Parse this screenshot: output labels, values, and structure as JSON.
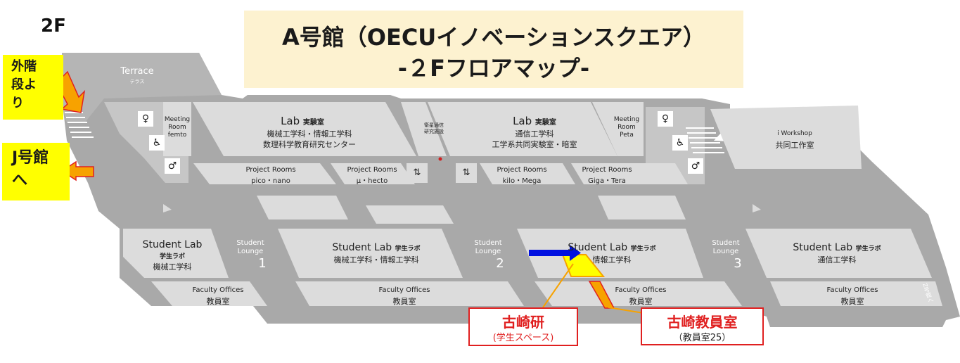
{
  "floor": "2F",
  "title": {
    "line1": "A号館（OECUイノベーションスクエア）",
    "line2": "-２Fフロアマップ-"
  },
  "callouts": {
    "stairs": "外階段より",
    "j_building": "J号館へ",
    "furusaki_lab": {
      "name": "古崎研",
      "sub": "(学生スペース)"
    },
    "furusaki_office": {
      "name": "古崎教員室",
      "sub": "（教員室25）"
    }
  },
  "colors": {
    "title_bg": "#fdf2d0",
    "callout_border": "#e02020",
    "highlight": "#ffff00",
    "arrow_orange": "#f7a200",
    "arrow_blue": "#0010e0",
    "room": "#dcdcdc",
    "floor": "#a9a9a9"
  },
  "rooms": {
    "terrace": {
      "en": "Terrace",
      "ja": "テラス"
    },
    "meeting_femto": {
      "l1": "Meeting",
      "l2": "Room",
      "l3": "femto"
    },
    "lab_1": {
      "title": "Lab",
      "title_ja": "実験室",
      "l1": "機械工学科・情報工学科",
      "l2": "数理科学教育研究センター"
    },
    "satellite": {
      "l1": "衛星通信",
      "l2": "研究施設"
    },
    "lab_2": {
      "title": "Lab",
      "title_ja": "実験室",
      "l1": "通信工学科",
      "l2": "工学系共同実験室・暗室"
    },
    "meeting_peta": {
      "l1": "Meeting",
      "l2": "Room",
      "l3": "Peta"
    },
    "iworkshop": {
      "l1": "i Workshop",
      "l2": "共同工作室"
    },
    "pr_pico": {
      "l1": "Project Rooms",
      "l2": "pico・nano"
    },
    "pr_micro": {
      "l1": "Project Rooms",
      "l2": "μ・hecto"
    },
    "pr_kilo": {
      "l1": "Project Rooms",
      "l2": "kilo・Mega"
    },
    "pr_giga": {
      "l1": "Project Rooms",
      "l2": "Giga・Tera"
    },
    "sl_1": {
      "title": "Student Lab",
      "title_ja": "学生ラボ",
      "sub": "機械工学科"
    },
    "sl_2": {
      "title": "Student Lab",
      "title_ja": "学生ラボ",
      "sub": "機械工学科・情報工学科"
    },
    "sl_3": {
      "title": "Student Lab",
      "title_ja": "学生ラボ",
      "sub": "情報工学科"
    },
    "sl_4": {
      "title": "Student Lab",
      "title_ja": "学生ラボ",
      "sub": "通信工学科"
    },
    "lounge_1": {
      "l1": "Student",
      "l2": "Lounge",
      "n": "1"
    },
    "lounge_2": {
      "l1": "Student",
      "l2": "Lounge",
      "n": "2"
    },
    "lounge_3": {
      "l1": "Student",
      "l2": "Lounge",
      "n": "3"
    },
    "faculty": {
      "l1": "Faculty Offices",
      "l2": "教員室"
    },
    "z_building": "Z号館へ"
  }
}
